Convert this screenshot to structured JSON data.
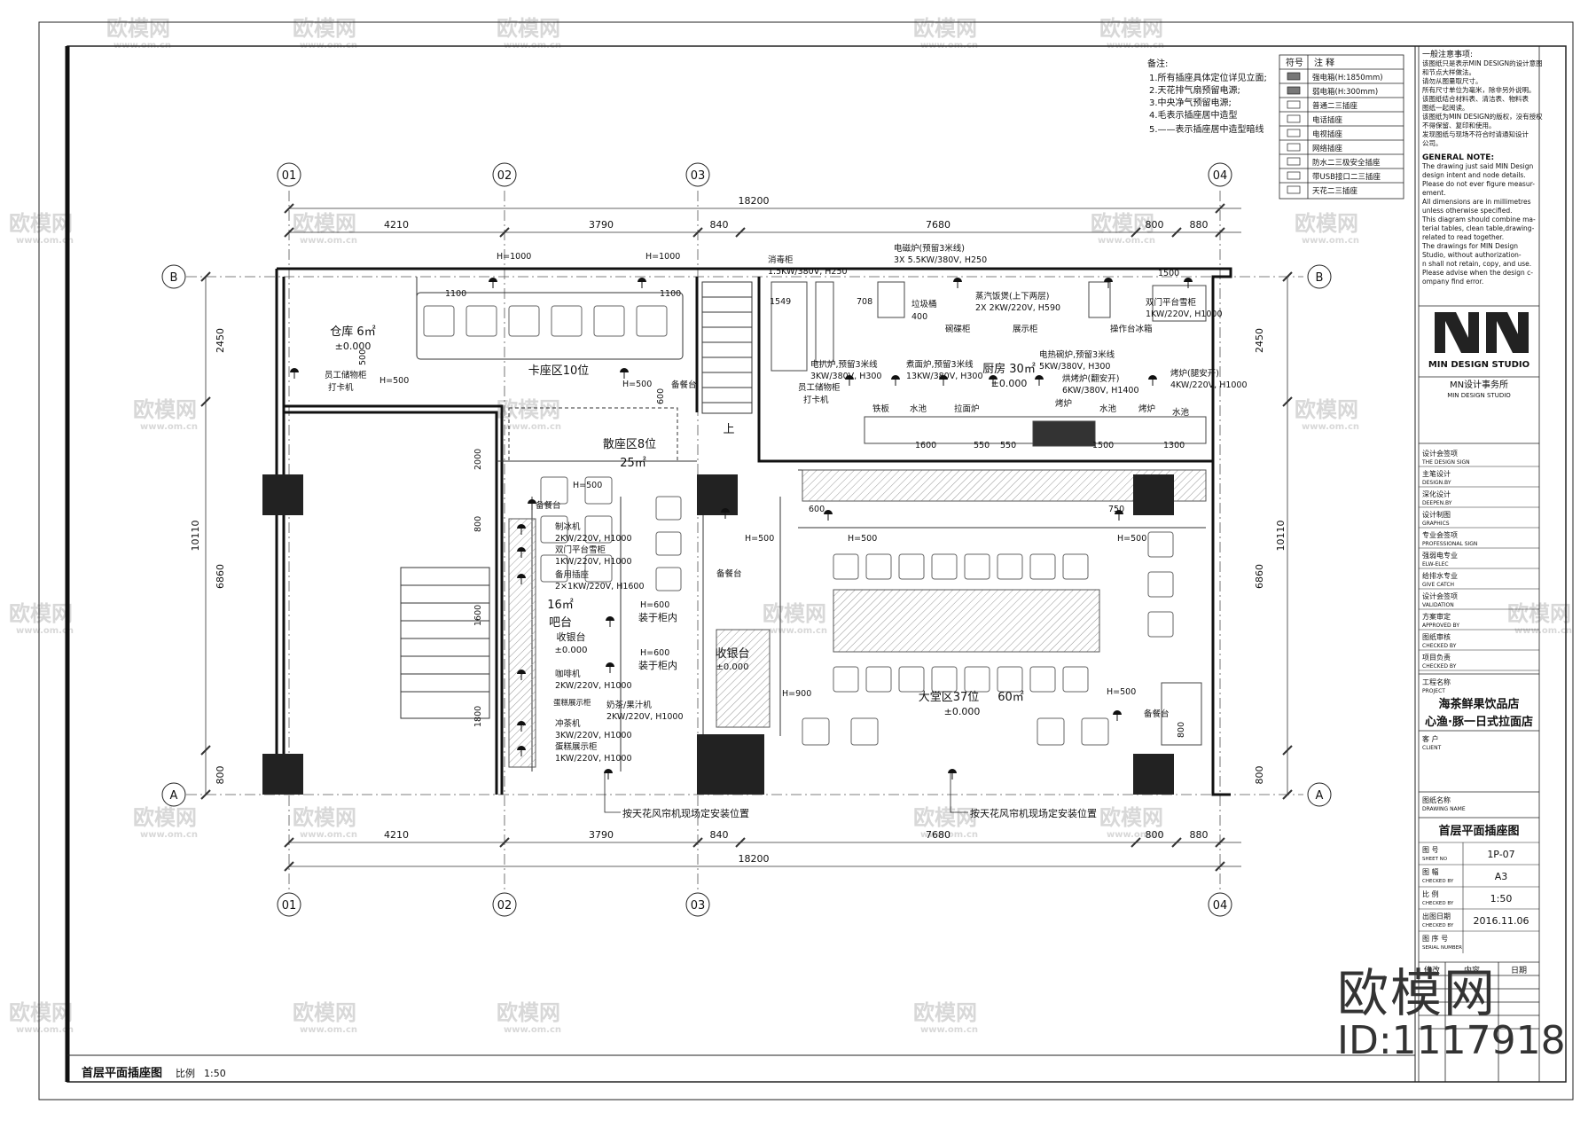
{
  "watermark": {
    "logo": "欧模网",
    "url": "www.om.cn"
  },
  "corner_mark": {
    "logo": "欧模网",
    "id": "ID:1117918"
  },
  "grid": {
    "cols": [
      "01",
      "02",
      "03",
      "04"
    ],
    "rows": [
      "B",
      "A"
    ],
    "top_total": "18200",
    "top_spans": [
      "4210",
      "3790",
      "840",
      "7680",
      "800",
      "880"
    ],
    "bottom_spans": [
      "4210",
      "3790",
      "840",
      "7680",
      "800",
      "880"
    ],
    "bottom_total": "18200",
    "left_total": "10110",
    "left_spans": [
      "2450",
      "6860",
      "800"
    ],
    "right_total": "10110",
    "right_spans": [
      "2450",
      "6860",
      "800"
    ]
  },
  "notes": {
    "heading": "备注:",
    "items": [
      "1.所有插座具体定位详见立面;",
      "2.天花排气扇预留电源;",
      "3.中央净气预留电源;",
      "4.毛表示插座居中造型",
      "5.——表示插座居中造型暗线"
    ]
  },
  "legend": {
    "col_symbol": "符号",
    "col_note": "注 释",
    "rows": [
      "强电箱(H:1850mm)",
      "弱电箱(H:300mm)",
      "普通二三插座",
      "电话插座",
      "电视插座",
      "网络插座",
      "防水二三极安全插座",
      "带USB接口二三插座",
      "天花二三插座"
    ]
  },
  "rooms": {
    "warehouse": "仓库 6㎡",
    "warehouse_lvl": "±0.000",
    "booth": "卡座区10位",
    "scatter": "散座区8位",
    "scatter_area": "25㎡",
    "bar": "16㎡",
    "bar_name": "吧台",
    "bar_sub": "收银台",
    "bar_lvl": "±0.000",
    "cashier": "收银台",
    "cashier_lvl": "±0.000",
    "kitchen": "厨房 30㎡",
    "kitchen_lvl": "±0.000",
    "hall": "大堂区37位",
    "hall_area": "60㎡",
    "hall_lvl": "±0.000",
    "up": "上"
  },
  "labels": {
    "h1000a": "H=1000",
    "h1000b": "H=1000",
    "d1100a": "1100",
    "d1100b": "1100",
    "h500a": "H=500",
    "d500": "500",
    "staff": "员工储物柜",
    "clock": "打卡机",
    "h500b": "H=500",
    "d600": "600",
    "side1": "备餐台",
    "h500c": "H=500",
    "side2": "备餐台",
    "ice": "制冰机",
    "ice_spec": "2KW/220V, H1000",
    "dfridge": "双门平台雪柜",
    "dfridge_spec": "1KW/220V, H1000",
    "spare": "备用插座",
    "spare_spec": "2×1KW/220V, H1600",
    "h600a": "H=600",
    "cab1": "装于柜内",
    "h600b": "H=600",
    "cab2": "装于柜内",
    "coffee": "咖啡机",
    "coffee_spec": "2KW/220V, H1000",
    "cake": "蛋糕展示柜",
    "juice": "奶茶/果汁机",
    "juice_spec": "2KW/220V, H1000",
    "tea": "冲茶机",
    "tea_spec": "3KW/220V, H1000",
    "cake2": "蛋糕展示柜",
    "cake2_spec": "1KW/220V, H1000",
    "h500d": "H=500",
    "side3": "备餐台",
    "h900": "H=900",
    "sterilizer": "消毒柜",
    "sterilizer_spec": "1.5KW/380V, H250",
    "induction": "电磁炉(预留3米线)",
    "induction_spec": "3X 5.5KW/380V, H250",
    "steamer": "蒸汽饭煲(上下两层)",
    "steamer_spec": "2X 2KW/220V, H590",
    "dbl_fridge": "双门平台雪柜",
    "dbl_fridge_spec": "1KW/220V, H1000",
    "ops": "操作台冰箱",
    "d1549": "1549",
    "d708": "708",
    "d400": "400",
    "trash": "垃圾桶",
    "wash": "碗碟柜",
    "display": "展示柜",
    "fryer": "电扒炉,预留3米线",
    "fryer_spec": "3KW/380V, H300",
    "noodle": "煮面炉,预留3米线",
    "noodle_spec": "13KW/380V, H300",
    "elec": "电热碗炉,预留3米线",
    "elec_spec": "5KW/380V, H300",
    "grill": "烤炉(腿安开)",
    "grill_spec": "4KW/220V, H1000",
    "oven": "烘烤炉(翻安开)",
    "oven_spec": "6KW/380V, H1400",
    "staff2": "员工储物柜",
    "clock2": "打卡机",
    "iron": "铁板",
    "sink1": "水池",
    "soup": "拉面炉",
    "grillb": "烤炉",
    "sink2": "水池",
    "grillc": "烤炉",
    "sink3": "水池",
    "d1600": "1600",
    "d550a": "550",
    "d550b": "550",
    "d1500": "1500",
    "d1300": "1300",
    "d600b": "600",
    "d750": "750",
    "h500e": "H=500",
    "h500f": "H=500",
    "h500g": "H=500",
    "side4": "备餐台",
    "d800": "800",
    "d1500b": "1500",
    "d2000": "2000",
    "d800b": "800",
    "d1600b": "1600",
    "d1800": "1800",
    "fan1": "按天花风帘机现场定安装位置",
    "fan2": "按天花风帘机现场定安装位置"
  },
  "drawing_caption": {
    "title": "首层平面插座图",
    "scale_label": "比例",
    "scale": "1:50"
  },
  "title_block": {
    "gen_head": "一般注意事项:",
    "gen_lines": [
      "该图纸只是表示MIN DESIGN的设计意图",
      "和节点大样做法。",
      "请勿从图量取尺寸。",
      "所有尺寸单位为毫米，除非另外说明。",
      "该图纸结合材料表、清洁表、物料表",
      "图纸一起阅读。",
      "该图纸为MIN DESIGN的版权，没有授权",
      "不得保留、复印和使用。",
      "发现图纸与现场不符合时请通知设计",
      "公司。"
    ],
    "en_head": "GENERAL NOTE:",
    "en_lines": [
      "The drawing just said MIN Design",
      "design intent and node details.",
      "Please do not ever figure measur-",
      "ement.",
      "All dimensions are in millimetres",
      "unless otherwise specified.",
      "This diagram should combine ma-",
      "terial tables, clean table,drawing-",
      "related to read together.",
      "The drawings for MIN Design",
      "Studio, without authorization-",
      "n shall not retain, copy, and use.",
      "Please advise when the design c-",
      "ompany find error."
    ],
    "logo_text": "MIN DESIGN STUDIO",
    "firm_cn": "MN设计事务所",
    "firm_en": "MIN DESIGN STUDIO",
    "sign_rows": [
      {
        "cn": "设计会签项",
        "en": "THE DESIGN SIGN"
      },
      {
        "cn": "主笔设计",
        "en": "DESIGN.BY"
      },
      {
        "cn": "深化设计",
        "en": "DEEPEN.BY"
      },
      {
        "cn": "设计制图",
        "en": "GRAPHICS"
      },
      {
        "cn": "专业会签项",
        "en": "PROFESSIONAL SIGN"
      },
      {
        "cn": "强弱电专业",
        "en": "ELW-ELEC"
      },
      {
        "cn": "给排水专业",
        "en": "GIVE CATCH"
      },
      {
        "cn": "设计会签项",
        "en": "VALIDATION"
      },
      {
        "cn": "方案审定",
        "en": "APPROVED BY"
      },
      {
        "cn": "图纸审核",
        "en": "CHECKED BY"
      },
      {
        "cn": "项目负责",
        "en": "CHECKED BY"
      }
    ],
    "project_label_cn": "工程名称",
    "project_label_en": "PROJECT",
    "project_line1": "海茶鲜果饮品店",
    "project_line2": "心渔·豚一日式拉面店",
    "client_cn": "客 户",
    "client_en": "CLIENT",
    "drawing_name_cn": "图纸名称",
    "drawing_name_en": "DRAWING NAME",
    "drawing_name": "首层平面插座图",
    "meta": [
      {
        "cn": "图 号",
        "en": "SHEET NO",
        "value": "1P-07"
      },
      {
        "cn": "图 幅",
        "en": "CHECKED BY",
        "value": "A3"
      },
      {
        "cn": "比 例",
        "en": "CHECKED BY",
        "value": "1:50"
      },
      {
        "cn": "出图日期",
        "en": "CHECKED BY",
        "value": "2016.11.06"
      },
      {
        "cn": "图 序 号",
        "en": "SERIAL NUMBER",
        "value": ""
      }
    ],
    "rev_cols": [
      "修改",
      "内容",
      "日期"
    ]
  }
}
